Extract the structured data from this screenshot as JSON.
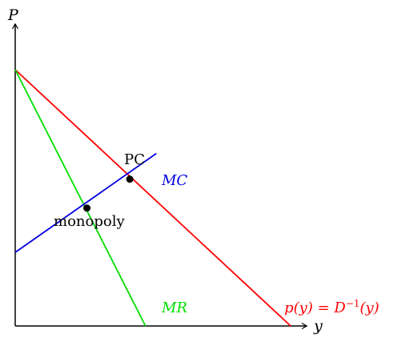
{
  "chart_data": {
    "type": "line",
    "xlabel": "y",
    "ylabel": "P",
    "xlim": [
      0,
      10
    ],
    "ylim": [
      0,
      10
    ],
    "grid": false,
    "series": [
      {
        "key": "demand",
        "name": "p(y) = D",
        "name_sup": "−1",
        "name_suffix": "(y)",
        "color": "#ff0000",
        "x": [
          0,
          9.45
        ],
        "y": [
          10,
          0
        ]
      },
      {
        "key": "mr",
        "name": "MR",
        "color": "#00e000",
        "x": [
          0,
          4.47
        ],
        "y": [
          10,
          0
        ]
      },
      {
        "key": "mc",
        "name": "MC",
        "color": "#0000e0",
        "x": [
          0,
          4.84
        ],
        "y": [
          2.87,
          6.73
        ]
      }
    ],
    "points": [
      {
        "key": "pc",
        "label": "PC",
        "x": 3.93,
        "y": 5.73
      },
      {
        "key": "monopoly",
        "label": "monopoly",
        "x": 2.46,
        "y": 4.6
      }
    ]
  }
}
